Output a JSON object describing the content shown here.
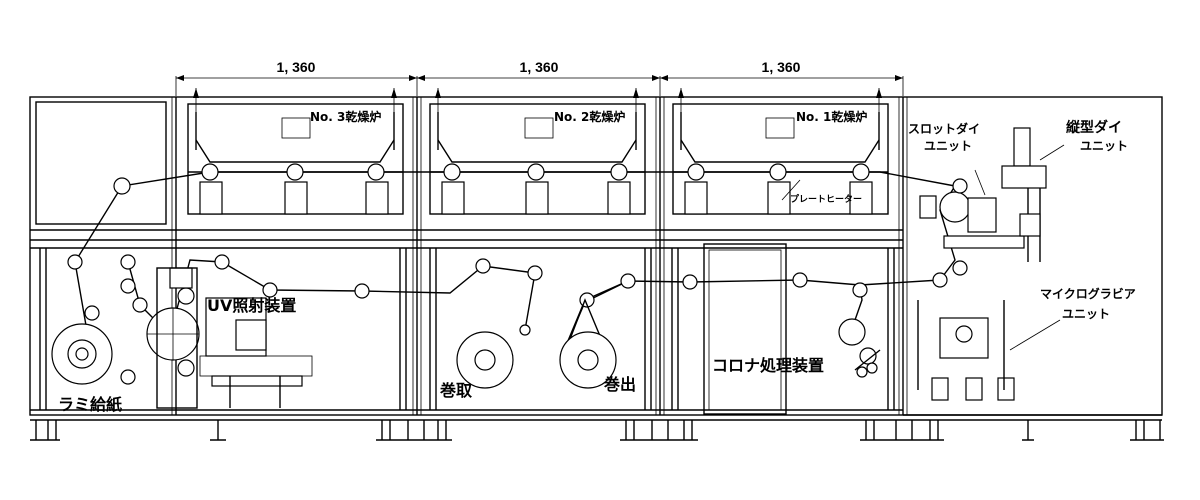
{
  "dimensions": [
    "1, 360",
    "1, 360",
    "1, 360"
  ],
  "dryers": {
    "no3": "No. 3乾燥炉",
    "no2": "No. 2乾燥炉",
    "no1": "No. 1乾燥炉"
  },
  "labels": {
    "plate_heater": "プレートヒーター",
    "slot_die_1": "スロットダイ",
    "slot_die_2": "ユニット",
    "vertical_die_1": "縦型ダイ",
    "vertical_die_2": "ユニット",
    "microgravure_1": "マイクログラビア",
    "microgravure_2": "ユニット",
    "uv": "UV照射装置",
    "corona": "コロナ処理装置",
    "rewind": "巻取",
    "unwind": "巻出",
    "lami_feed": "ラミ給紙"
  }
}
